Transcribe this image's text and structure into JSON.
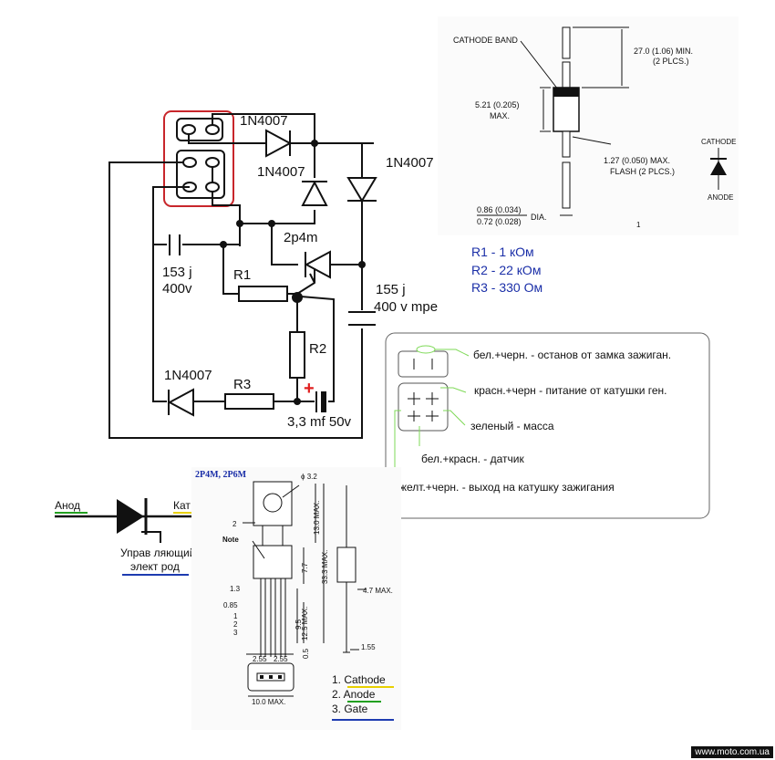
{
  "circuit": {
    "diode_top": "1N4007",
    "diode_mid": "1N4007",
    "diode_right": "1N4007",
    "diode_bottom": "1N4007",
    "thyristor": "2p4m",
    "capacitor_left_value": "153 j",
    "capacitor_left_voltage": "400v",
    "capacitor_right_value": "155 j",
    "capacitor_right_voltage": "400 v mpe",
    "r1": "R1",
    "r2": "R2",
    "r3": "R3",
    "electrolytic": "3,3 mf 50v",
    "plus": "+"
  },
  "resistor_values": {
    "r1": "R1 - 1 кОм",
    "r2": "R2 - 22 кОм",
    "r3": "R3 - 330 Ом"
  },
  "diode_package": {
    "cathode_band": "CATHODE BAND",
    "lead_length": "27.0 (1.06) MIN.",
    "lead_length_note": "(2 PLCS.)",
    "body_length": "5.21 (0.205)",
    "body_length_note": "MAX.",
    "lead_dia_max": "1.27 (0.050) MAX.",
    "lead_dia_note": "FLASH (2 PLCS.)",
    "dia_1": "0.86 (0.034)",
    "dia_2": "0.72 (0.028)",
    "dia_label": "DIA.",
    "cathode": "CATHODE",
    "anode": "ANODE",
    "mark": "1"
  },
  "connector_legend": {
    "items": [
      "бел.+черн. - останов от замка зажиган.",
      "красн.+черн - питание от катушки ген.",
      "зеленый - масса",
      "бел.+красн. - датчик",
      "желт.+черн. - выход на катушку зажигания"
    ]
  },
  "thyristor_symbol": {
    "anode": "Анод",
    "cathode": "Кат од",
    "gate_line1": "Управ ляющий",
    "gate_line2": "элект род"
  },
  "package_drawing": {
    "title": "2P4M, 2P6M",
    "hole": "ϕ 3.2",
    "note": "Note",
    "d_13": "13.0 MAX.",
    "d_77": "7.7",
    "d_333": "33.3 MAX.",
    "d_47": "4.7 MAX.",
    "d_13s": "1.3",
    "d_085": "0.85",
    "d_95": "9.5",
    "d_125": "12.5 MAX.",
    "d_255a": "2.55",
    "d_255b": "2.55",
    "d_05": "0.5",
    "d_155": "1.55",
    "d_10": "10.0 MAX.",
    "pin2": "2",
    "pin1": "1",
    "pin2b": "2",
    "pin3": "3",
    "pins": [
      "1.  Cathode",
      "2.  Anode",
      "3.  Gate"
    ]
  },
  "footer": "www.moto.com.ua",
  "colors": {
    "highlight_box": "#c8262b",
    "legend_line": "#7ed957",
    "text_blue": "#1b2fa8",
    "plus_red": "#e02020",
    "underline_green": "#22a020",
    "underline_blue": "#1d3bb0",
    "underline_yellow": "#e8d000"
  }
}
